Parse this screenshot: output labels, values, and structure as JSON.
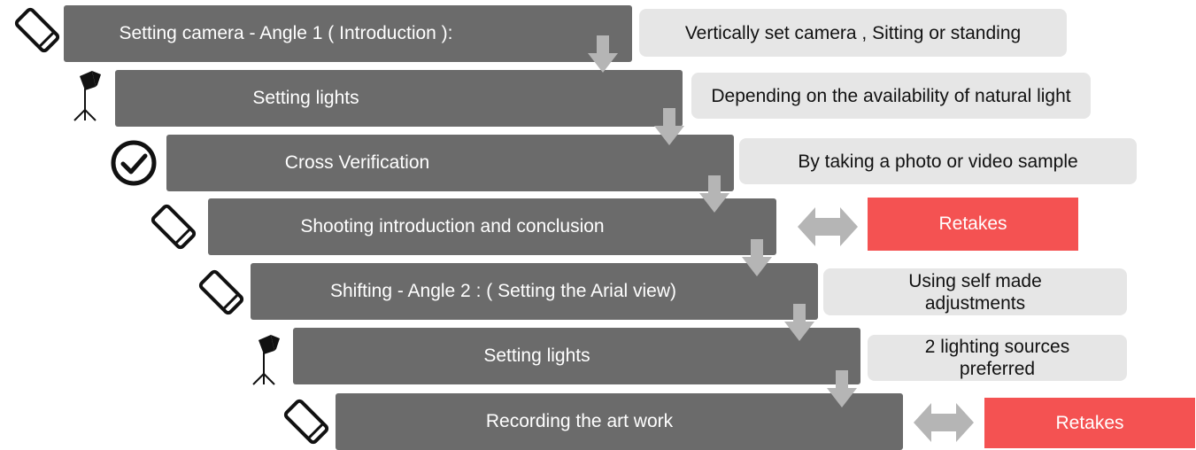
{
  "steps": [
    {
      "label": "Setting camera - Angle 1 ( Introduction ):",
      "icon": "phone-icon"
    },
    {
      "label": "Setting lights",
      "icon": "light-stand-icon"
    },
    {
      "label": "Cross Verification",
      "icon": "check-circle-icon"
    },
    {
      "label": "Shooting introduction and conclusion",
      "icon": "phone-icon"
    },
    {
      "label": "Shifting - Angle 2 : ( Setting the Arial view)",
      "icon": "phone-icon"
    },
    {
      "label": "Setting lights",
      "icon": "light-stand-icon"
    },
    {
      "label": "Recording the art work",
      "icon": "phone-icon"
    }
  ],
  "notes": [
    "Vertically set camera , Sitting or standing",
    "Depending on the availability of natural light",
    "By taking a photo or video sample",
    "Using self made adjustments",
    "2 lighting sources preferred"
  ],
  "retakes": [
    "Retakes",
    "Retakes"
  ],
  "colors": {
    "step_bg": "#6b6b6b",
    "note_bg": "#e6e6e6",
    "retake_bg": "#f45252",
    "arrow": "#b5b5b5"
  }
}
